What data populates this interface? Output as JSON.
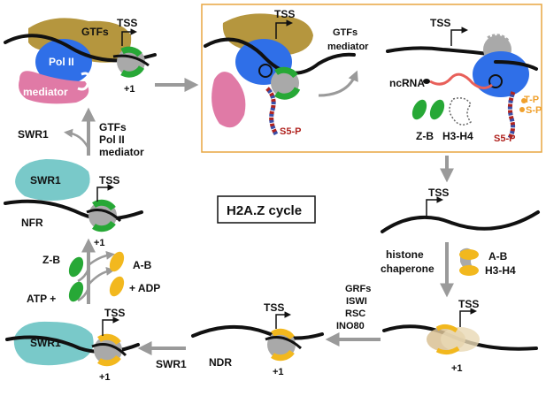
{
  "labels": {
    "tss": "TSS",
    "plus_one": "+1",
    "gtfs": "GTFs",
    "pol2": "Pol II",
    "mediator": "mediator",
    "swr1": "SWR1",
    "gtfs_mediator_line1": "GTFs",
    "gtfs_mediator_line2": "mediator",
    "ncrna": "ncRNA",
    "zb": "Z-B",
    "h3h4": "H3-H4",
    "s5p": "S5-P",
    "tp": "T-P",
    "sp": "S-P",
    "nfr": "NFR",
    "ndr": "NDR",
    "cycle_title": "H2A.Z cycle",
    "histone_chaperone_line1": "histone",
    "histone_chaperone_line2": "chaperone",
    "ab": "A-B",
    "atp_plus": "ATP +",
    "plus_adp": "+ ADP",
    "remodelers": [
      "GRFs",
      "ISWI",
      "RSC",
      "INO80"
    ],
    "left_arrow_line1": "GTFs",
    "left_arrow_line2": "Pol II",
    "left_arrow_line3": "mediator"
  },
  "colors": {
    "gtfs": "#b5963e",
    "pol2": "#2f6fe8",
    "mediator": "#e07aa6",
    "swr1": "#79c9c9",
    "h2az_green": "#27a836",
    "h2a_yellow": "#f2b81e",
    "nucleosome_gray": "#a9a9a9",
    "arrow_gray": "#9a9a9a",
    "box_border": "#e8a640",
    "tail_red": "#b0231f",
    "tail_blue": "#3a4fa8",
    "phospho_orange": "#f0a02c"
  }
}
